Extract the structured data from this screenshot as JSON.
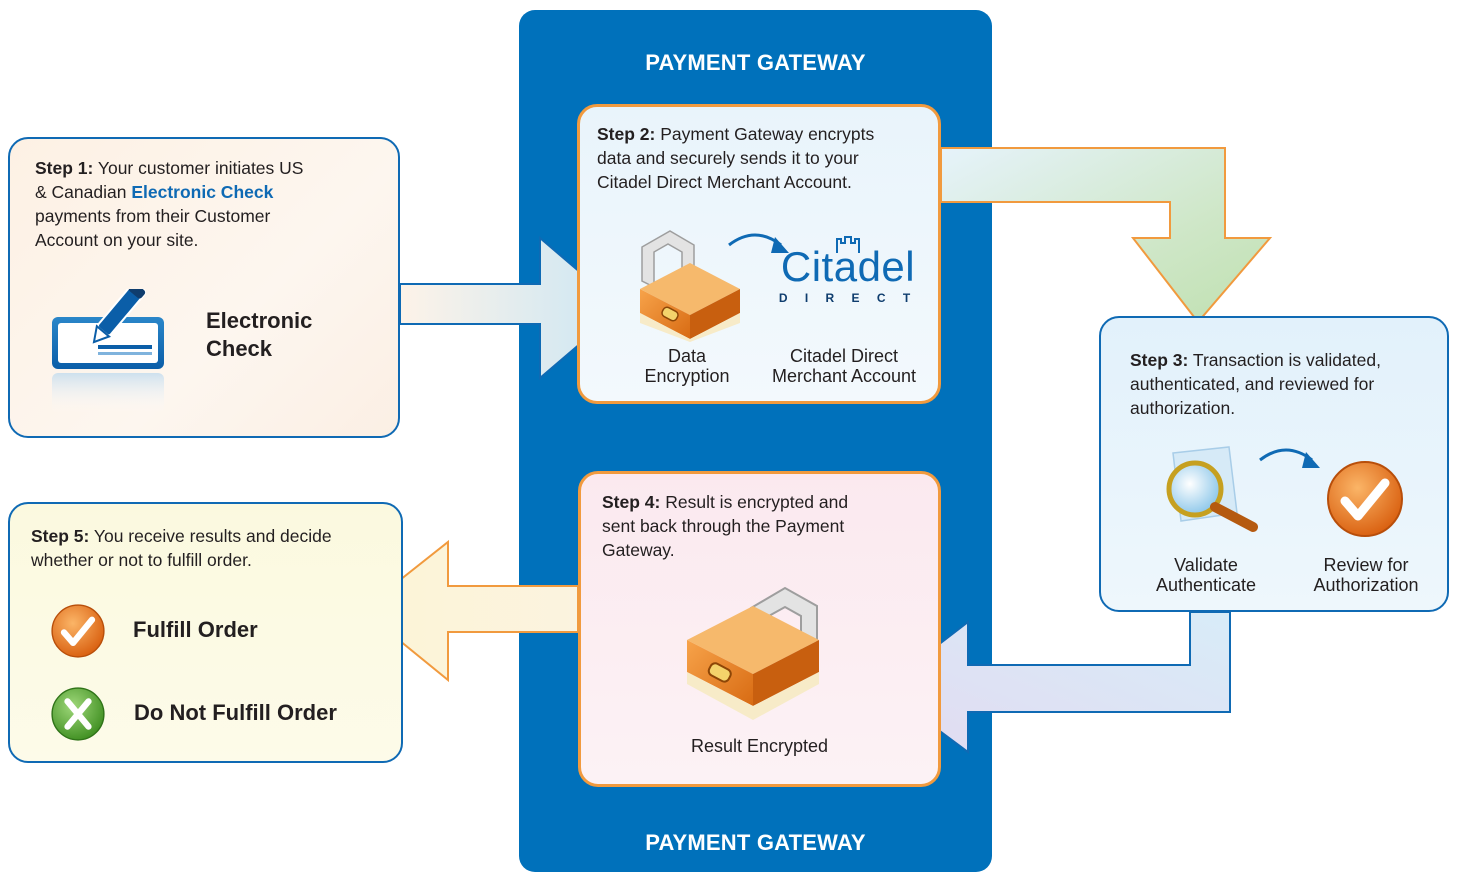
{
  "gateway": {
    "title_top": "PAYMENT GATEWAY",
    "title_bottom": "PAYMENT GATEWAY"
  },
  "step1": {
    "label": "Step 1:",
    "text_line1": " Your customer initiates US",
    "text_line2a": "& Canadian ",
    "highlight": "Electronic Check",
    "text_line3": "payments from their Customer",
    "text_line4": "Account on your site.",
    "icon": "electronic-check-icon",
    "icon_label_line1": "Electronic",
    "icon_label_line2": "Check"
  },
  "step2": {
    "label": "Step 2:",
    "text_line1": "  Payment Gateway encrypts",
    "text_line2": "data and securely sends it to your",
    "text_line3": "Citadel Direct Merchant Account.",
    "icon_left": "padlock-icon",
    "icon_left_label_line1": "Data",
    "icon_left_label_line2": "Encryption",
    "logo_word": "Citadel",
    "logo_sub": "D I R E C T",
    "icon_right_label_line1": "Citadel Direct",
    "icon_right_label_line2": "Merchant Account"
  },
  "step3": {
    "label": "Step 3:",
    "text_line1": " Transaction is validated,",
    "text_line2": "authenticated, and reviewed for",
    "text_line3": "authorization.",
    "icon_left": "magnifier-icon",
    "icon_left_label_line1": "Validate",
    "icon_left_label_line2": "Authenticate",
    "icon_right": "checkmark-icon",
    "icon_right_label_line1": "Review for",
    "icon_right_label_line2": "Authorization"
  },
  "step4": {
    "label": "Step 4:",
    "text_line1": " Result is encrypted and",
    "text_line2": "sent back through the Payment",
    "text_line3": "Gateway.",
    "icon": "padlock-icon",
    "icon_label": "Result Encrypted"
  },
  "step5": {
    "label": "Step 5:",
    "text_line1": " You receive results and decide",
    "text_line2": "whether or not to fulfill order.",
    "option1_icon": "checkmark-icon",
    "option1_label": "Fulfill Order",
    "option2_icon": "x-icon",
    "option2_label": "Do Not Fulfill Order"
  },
  "colors": {
    "gateway_blue": "#0071bb",
    "box_border_blue": "#0f6ab4",
    "box_border_orange": "#f19a3e",
    "highlight_blue": "#0f6ab4"
  }
}
